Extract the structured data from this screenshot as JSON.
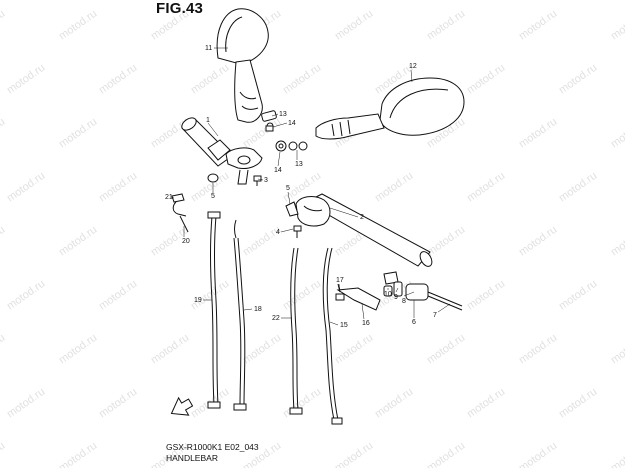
{
  "figure": {
    "title": "FIG.43",
    "model_code": "GSX-R1000K1 E02_043",
    "section_name": "HANDLEBAR",
    "watermark_text": "motod.ru"
  },
  "callouts": [
    {
      "id": "callout-1",
      "text": "1"
    },
    {
      "id": "callout-2",
      "text": "2"
    },
    {
      "id": "callout-3",
      "text": "3"
    },
    {
      "id": "callout-4",
      "text": "4"
    },
    {
      "id": "callout-5a",
      "text": "5"
    },
    {
      "id": "callout-5b",
      "text": "5"
    },
    {
      "id": "callout-6",
      "text": "6"
    },
    {
      "id": "callout-7",
      "text": "7"
    },
    {
      "id": "callout-8",
      "text": "8"
    },
    {
      "id": "callout-9",
      "text": "9"
    },
    {
      "id": "callout-10",
      "text": "10"
    },
    {
      "id": "callout-11",
      "text": "11"
    },
    {
      "id": "callout-12",
      "text": "12"
    },
    {
      "id": "callout-13a",
      "text": "13"
    },
    {
      "id": "callout-13b",
      "text": "13"
    },
    {
      "id": "callout-14a",
      "text": "14"
    },
    {
      "id": "callout-14b",
      "text": "14"
    },
    {
      "id": "callout-15",
      "text": "15"
    },
    {
      "id": "callout-16",
      "text": "16"
    },
    {
      "id": "callout-17",
      "text": "17"
    },
    {
      "id": "callout-18",
      "text": "18"
    },
    {
      "id": "callout-19",
      "text": "19"
    },
    {
      "id": "callout-20",
      "text": "20"
    },
    {
      "id": "callout-21",
      "text": "21"
    },
    {
      "id": "callout-22",
      "text": "22"
    }
  ]
}
